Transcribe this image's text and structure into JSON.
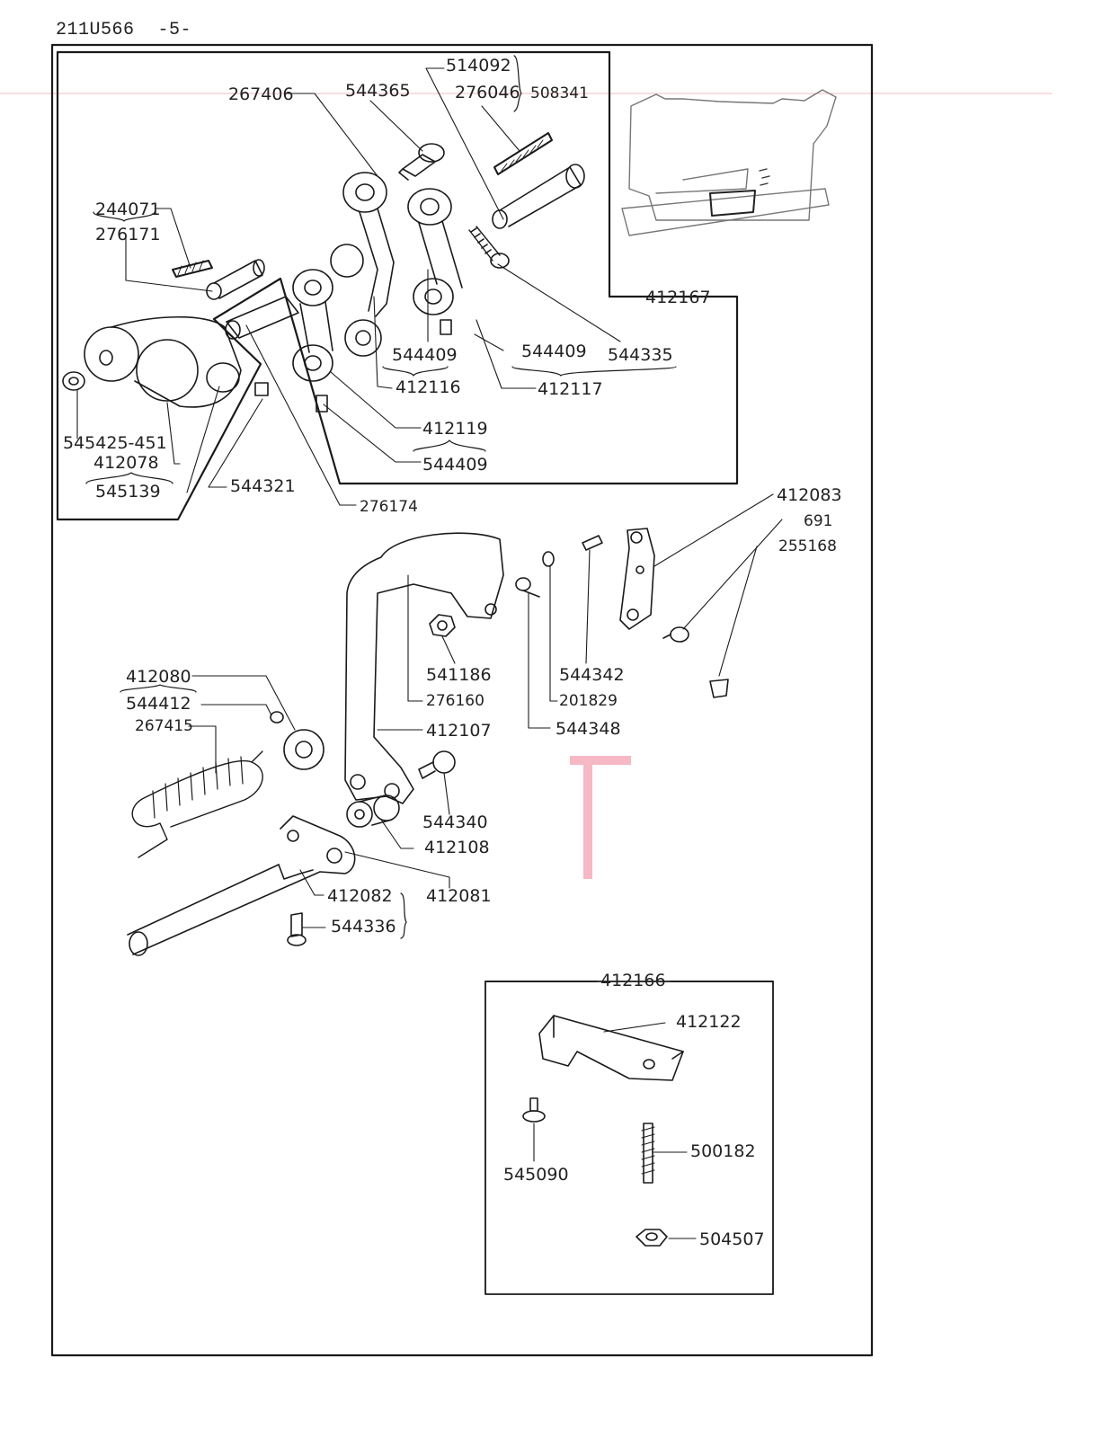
{
  "header": {
    "model": "211U566",
    "page": "-5-"
  },
  "labels": {
    "p514092": "514092",
    "p276046": "276046",
    "p508341": "508341",
    "p267406": "267406",
    "p544365": "544365",
    "p244071": "244071",
    "p276171": "276171",
    "p412167": "412167",
    "p544409_a": "544409",
    "p544409_b": "544409",
    "p544335": "544335",
    "p412116": "412116",
    "p412117": "412117",
    "p412119": "412119",
    "p544409_c": "544409",
    "p545425": "545425-451",
    "p412078": "412078",
    "p545139": "545139",
    "p544321": "544321",
    "p276174": "276174",
    "p412083": "412083",
    "p691": "691",
    "p255168": "255168",
    "p541186": "541186",
    "p544342": "544342",
    "p276160": "276160",
    "p201829": "201829",
    "p544348": "544348",
    "p412107": "412107",
    "p412080": "412080",
    "p544412": "544412",
    "p267415": "267415",
    "p544340": "544340",
    "p412108": "412108",
    "p412082": "412082",
    "p412081": "412081",
    "p544336": "544336",
    "p412166": "412166",
    "p412122": "412122",
    "p545090": "545090",
    "p500182": "500182",
    "p504507": "504507"
  }
}
